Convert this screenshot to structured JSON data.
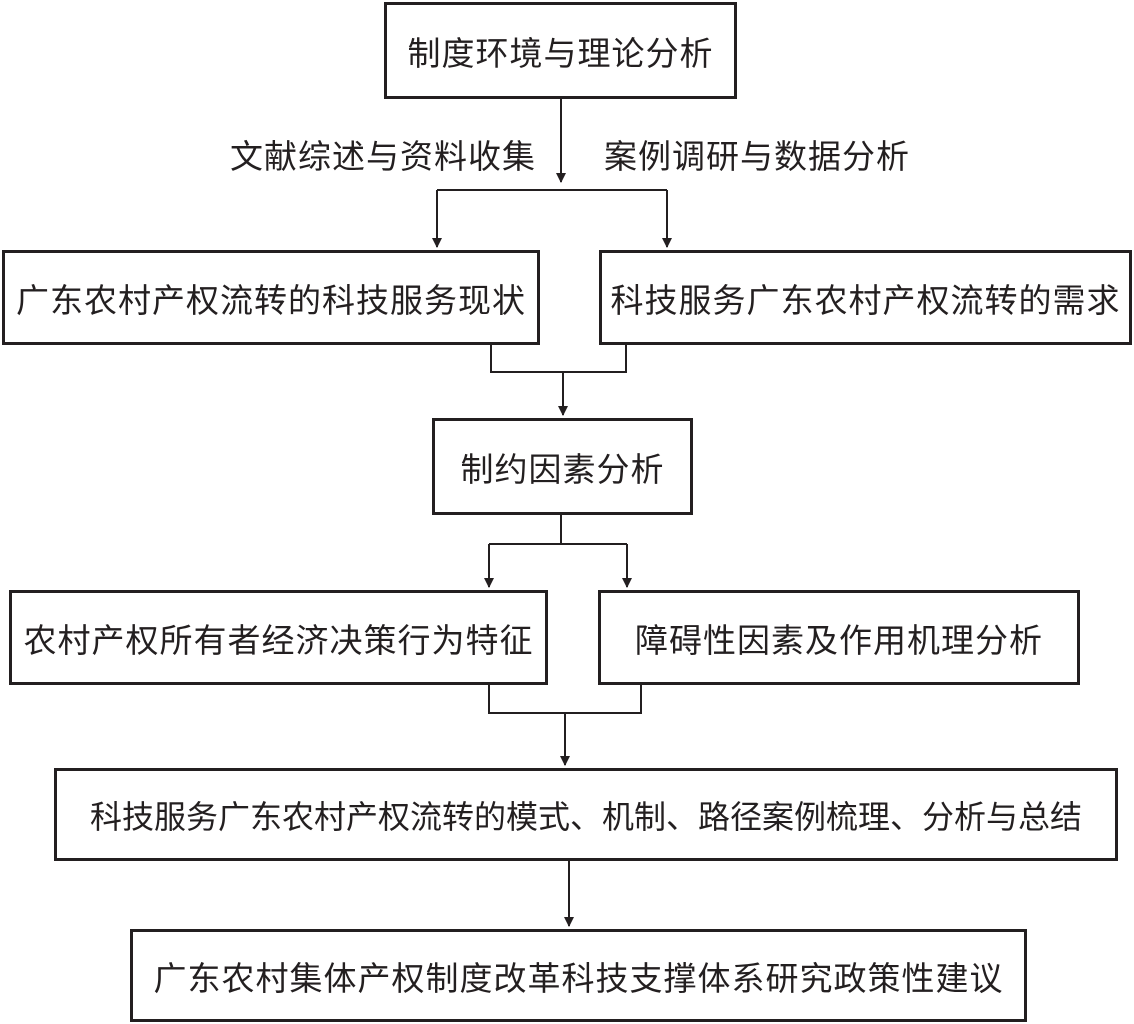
{
  "boxes": {
    "top": "制度环境与理论分析",
    "status": "广东农村产权流转的科技服务现状",
    "demand": "科技服务广东农村产权流转的需求",
    "constraint": "制约因素分析",
    "owner": "农村产权所有者经济决策行为特征",
    "obstacle": "障碍性因素及作用机理分析",
    "cases": "科技服务广东农村产权流转的模式、机制、路径案例梳理、分析与总结",
    "policy": "广东农村集体产权制度改革科技支撑体系研究政策性建议"
  },
  "labels": {
    "left": "文献综述与资料收集",
    "right": "案例调研与数据分析"
  },
  "colors": {
    "line": "#231f20",
    "background": "#ffffff"
  }
}
